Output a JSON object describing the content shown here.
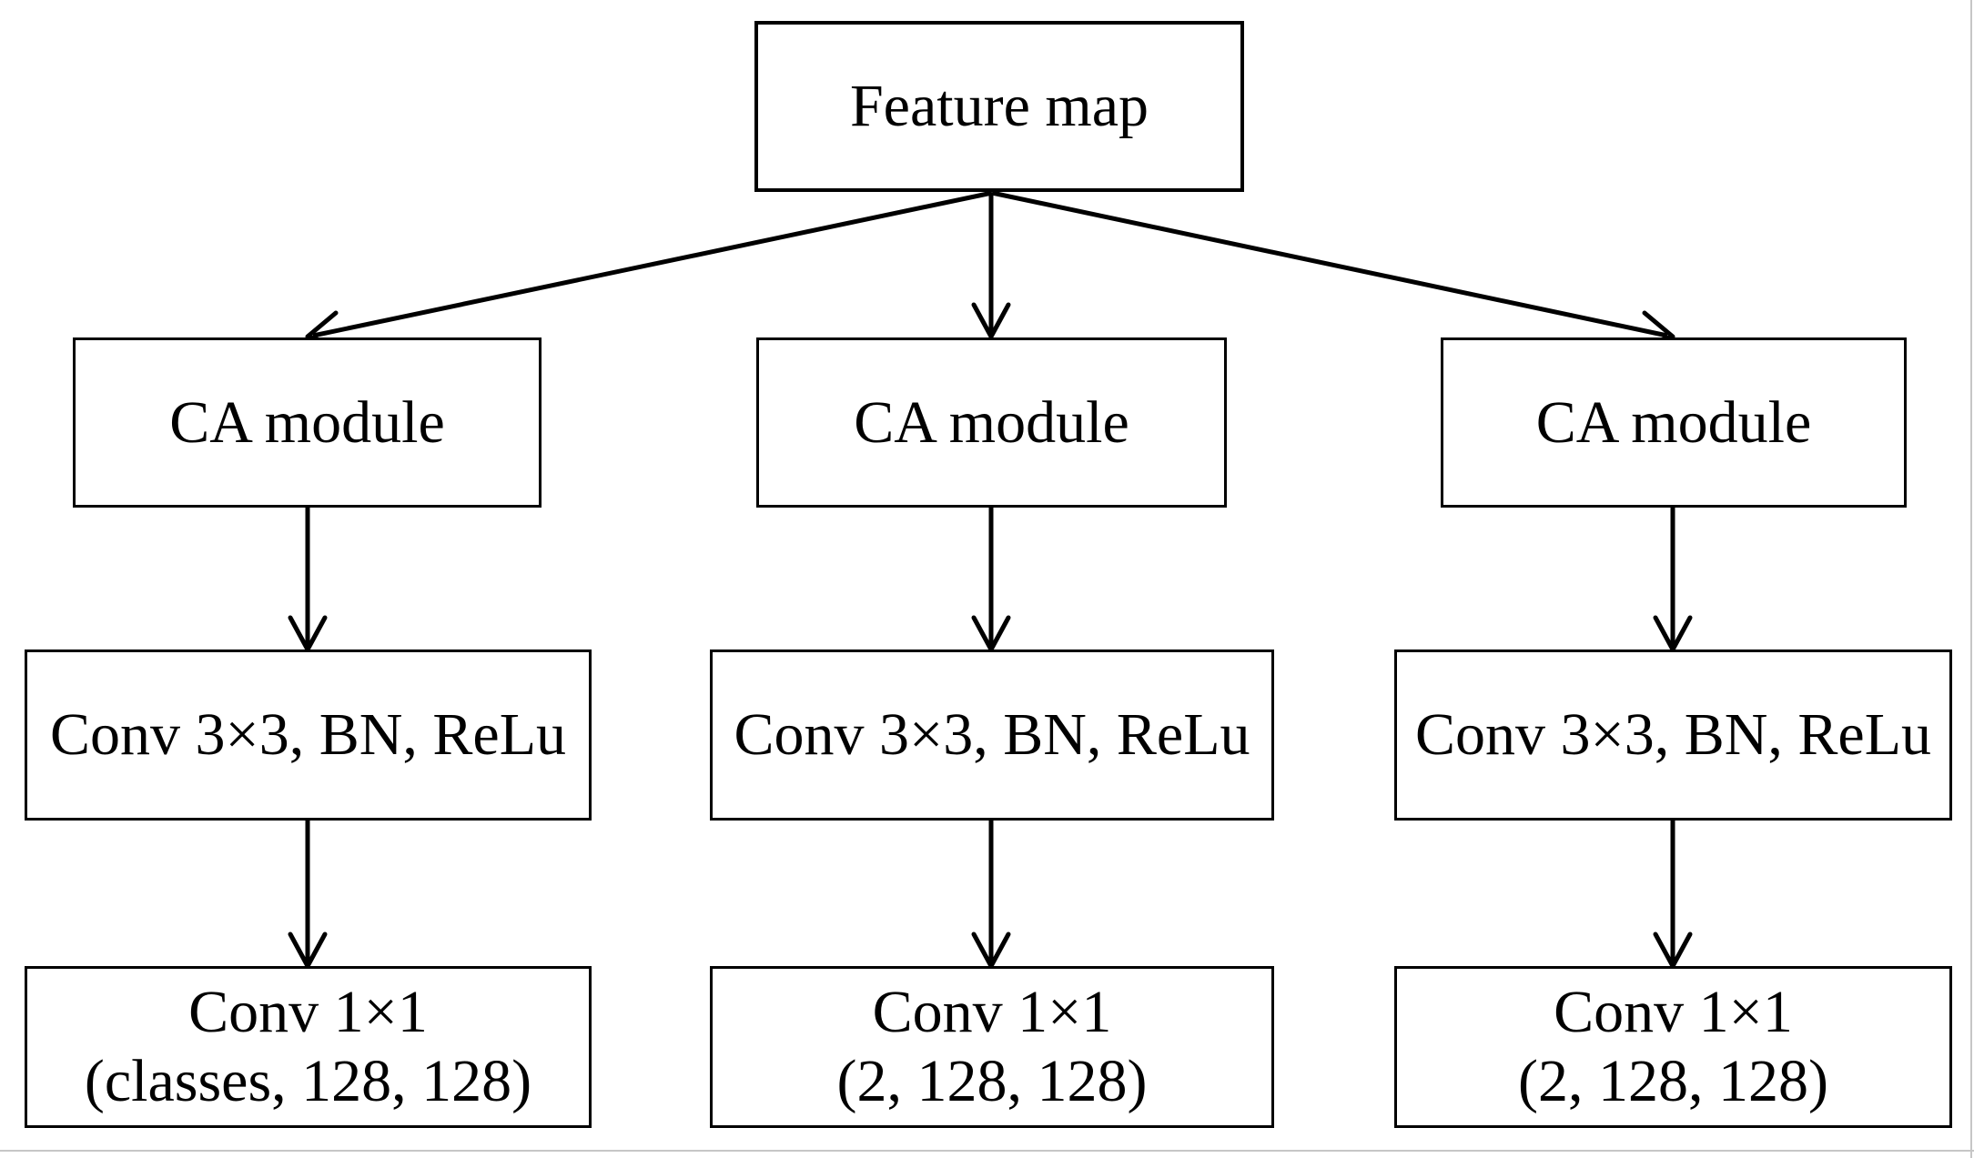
{
  "diagram": {
    "title_hint": "Multi-branch CNN head flowchart",
    "feature_map": {
      "label": "Feature map"
    },
    "columns": [
      {
        "ca_label": "CA module",
        "conv3_label": "Conv 3×3, BN, ReLu",
        "conv1_line1": "Conv 1×1",
        "conv1_line2": "(classes, 128, 128)"
      },
      {
        "ca_label": "CA module",
        "conv3_label": "Conv 3×3, BN, ReLu",
        "conv1_line1": "Conv 1×1",
        "conv1_line2": "(2, 128, 128)"
      },
      {
        "ca_label": "CA module",
        "conv3_label": "Conv 3×3, BN, ReLu",
        "conv1_line1": "Conv 1×1",
        "conv1_line2": "(2, 128, 128)"
      }
    ],
    "colors": {
      "background": "#ffffff",
      "box_border": "#000000",
      "text": "#000000",
      "arrow": "#000000",
      "page_edge": "#c6c6c6"
    }
  }
}
